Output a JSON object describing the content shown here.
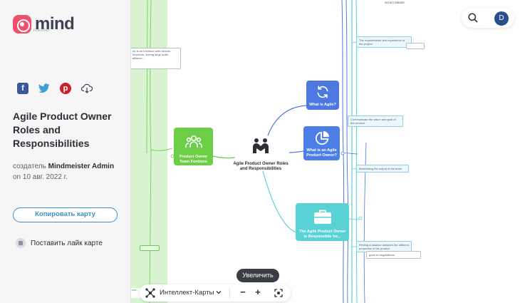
{
  "app": {
    "logo_word": "mind",
    "logo_sub": "meister"
  },
  "sidebar": {
    "title": "Agile Product Owner Roles and Responsibilities",
    "author_prefix": "создатель",
    "author_name": "Mindmeister Admin",
    "date_line": "on 10 авг. 2022 г.",
    "copy_button": "Копировать карту",
    "like_label": "Поставить лайк карте",
    "share_icons": [
      "facebook-icon",
      "twitter-icon",
      "pinterest-icon",
      "download-icon"
    ]
  },
  "header": {
    "avatar_initial": "D"
  },
  "map": {
    "root": "Agile Product Owner Roles and Responsibilities",
    "nodes": {
      "owner_team": "Product Owner Team Funtions",
      "what_agile": "What is Agile?",
      "what_owner": "What is an Agile Product Owner?",
      "responsible": "The Agile Product Owner is Responsible for..."
    },
    "notes": {
      "requirements": "The requirements and experience of the project",
      "vision": "Communicate the vision and goal of the product",
      "maximizing": "Maximizing the output of the team",
      "balance": "Finding a balance between the different properties of the product",
      "negotiation": "good in negotiations",
      "scrum_master": "Scrum Master",
      "cut_left": "As is an interface with various functions, driving large scale alliance...",
      "bottom_left": "...ent..."
    }
  },
  "toolbar": {
    "mode_label": "Интеллект-Карты",
    "zoom_tooltip": "Увеличить",
    "zoom_out": "−",
    "zoom_in": "+"
  },
  "colors": {
    "brand": "#f0506e",
    "accent": "#3a90c9",
    "green": "#6ccd46",
    "blue": "#4c78e0",
    "teal": "#59d2d6",
    "avatar": "#29508a"
  }
}
